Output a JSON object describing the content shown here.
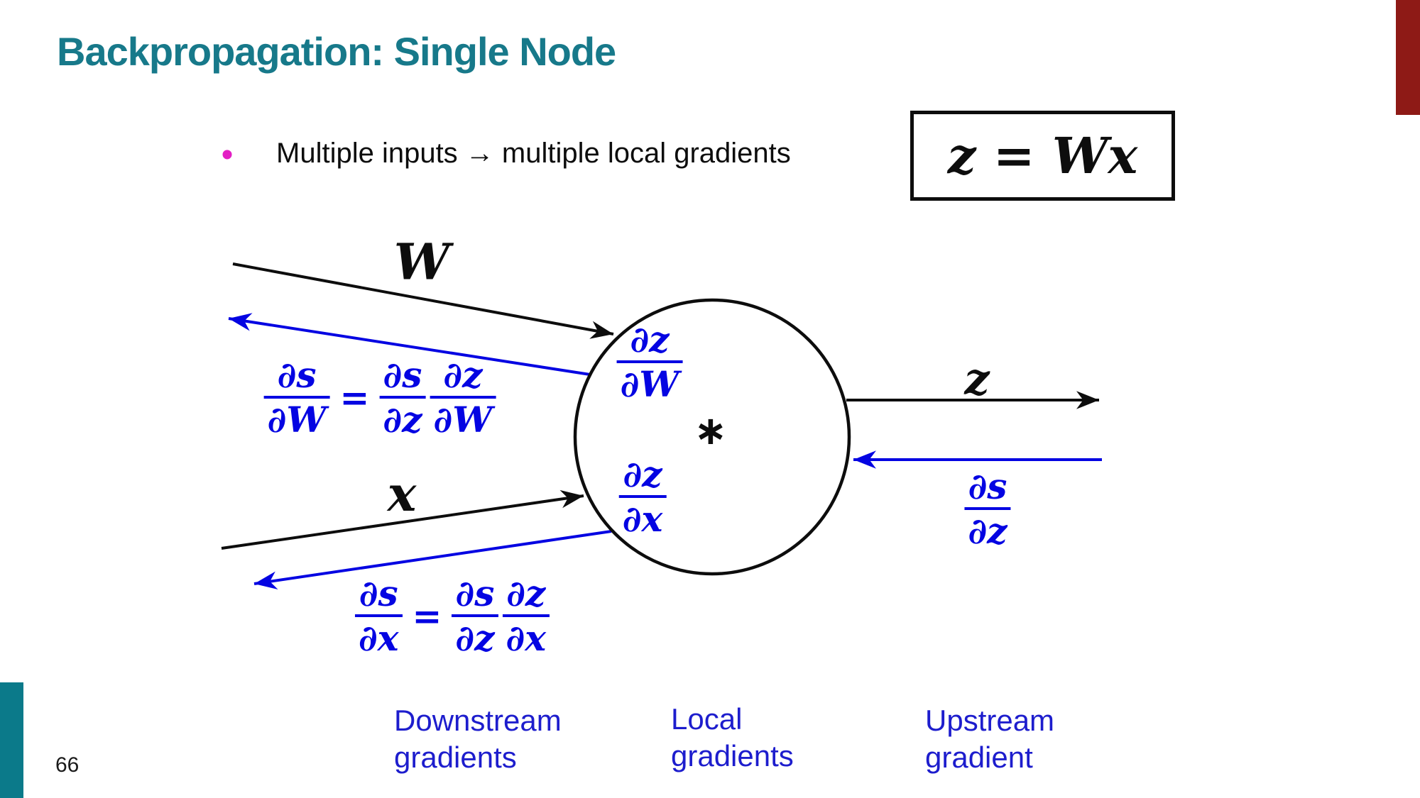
{
  "slide": {
    "title": "Backpropagation: Single Node",
    "page_number": "66",
    "bullet": {
      "marker": "•",
      "text": "Multiple inputs → multiple local gradients"
    },
    "equation_box": "z = Wx",
    "colors": {
      "title_teal": "#17798a",
      "accent_bar_red": "#8e1a16",
      "accent_bar_teal": "#0b7a8a",
      "math_blue": "#0404e2",
      "caption_blue": "#1d1dcd",
      "bullet_pink": "#e31fc4",
      "ink_black": "#0d0d0d"
    }
  },
  "diagram": {
    "node_op": "∗",
    "w_label": "W",
    "x_label": "x",
    "z_label": "z",
    "local_top": {
      "num": "∂z",
      "den": "∂W"
    },
    "local_bottom": {
      "num": "∂z",
      "den": "∂x"
    },
    "upstream": {
      "num": "∂s",
      "den": "∂z"
    },
    "eq_w": {
      "lhs_num": "∂s",
      "lhs_den": "∂W",
      "equals": "=",
      "a_num": "∂s",
      "a_den": "∂z",
      "b_num": "∂z",
      "b_den": "∂W"
    },
    "eq_x": {
      "lhs_num": "∂s",
      "lhs_den": "∂x",
      "equals": "=",
      "a_num": "∂s",
      "a_den": "∂z",
      "b_num": "∂z",
      "b_den": "∂x"
    },
    "captions": {
      "downstream": {
        "line1": "Downstream",
        "line2": "gradients"
      },
      "local": {
        "line1": "Local",
        "line2": "gradients"
      },
      "upstream": {
        "line1": "Upstream",
        "line2": "gradient"
      }
    }
  }
}
